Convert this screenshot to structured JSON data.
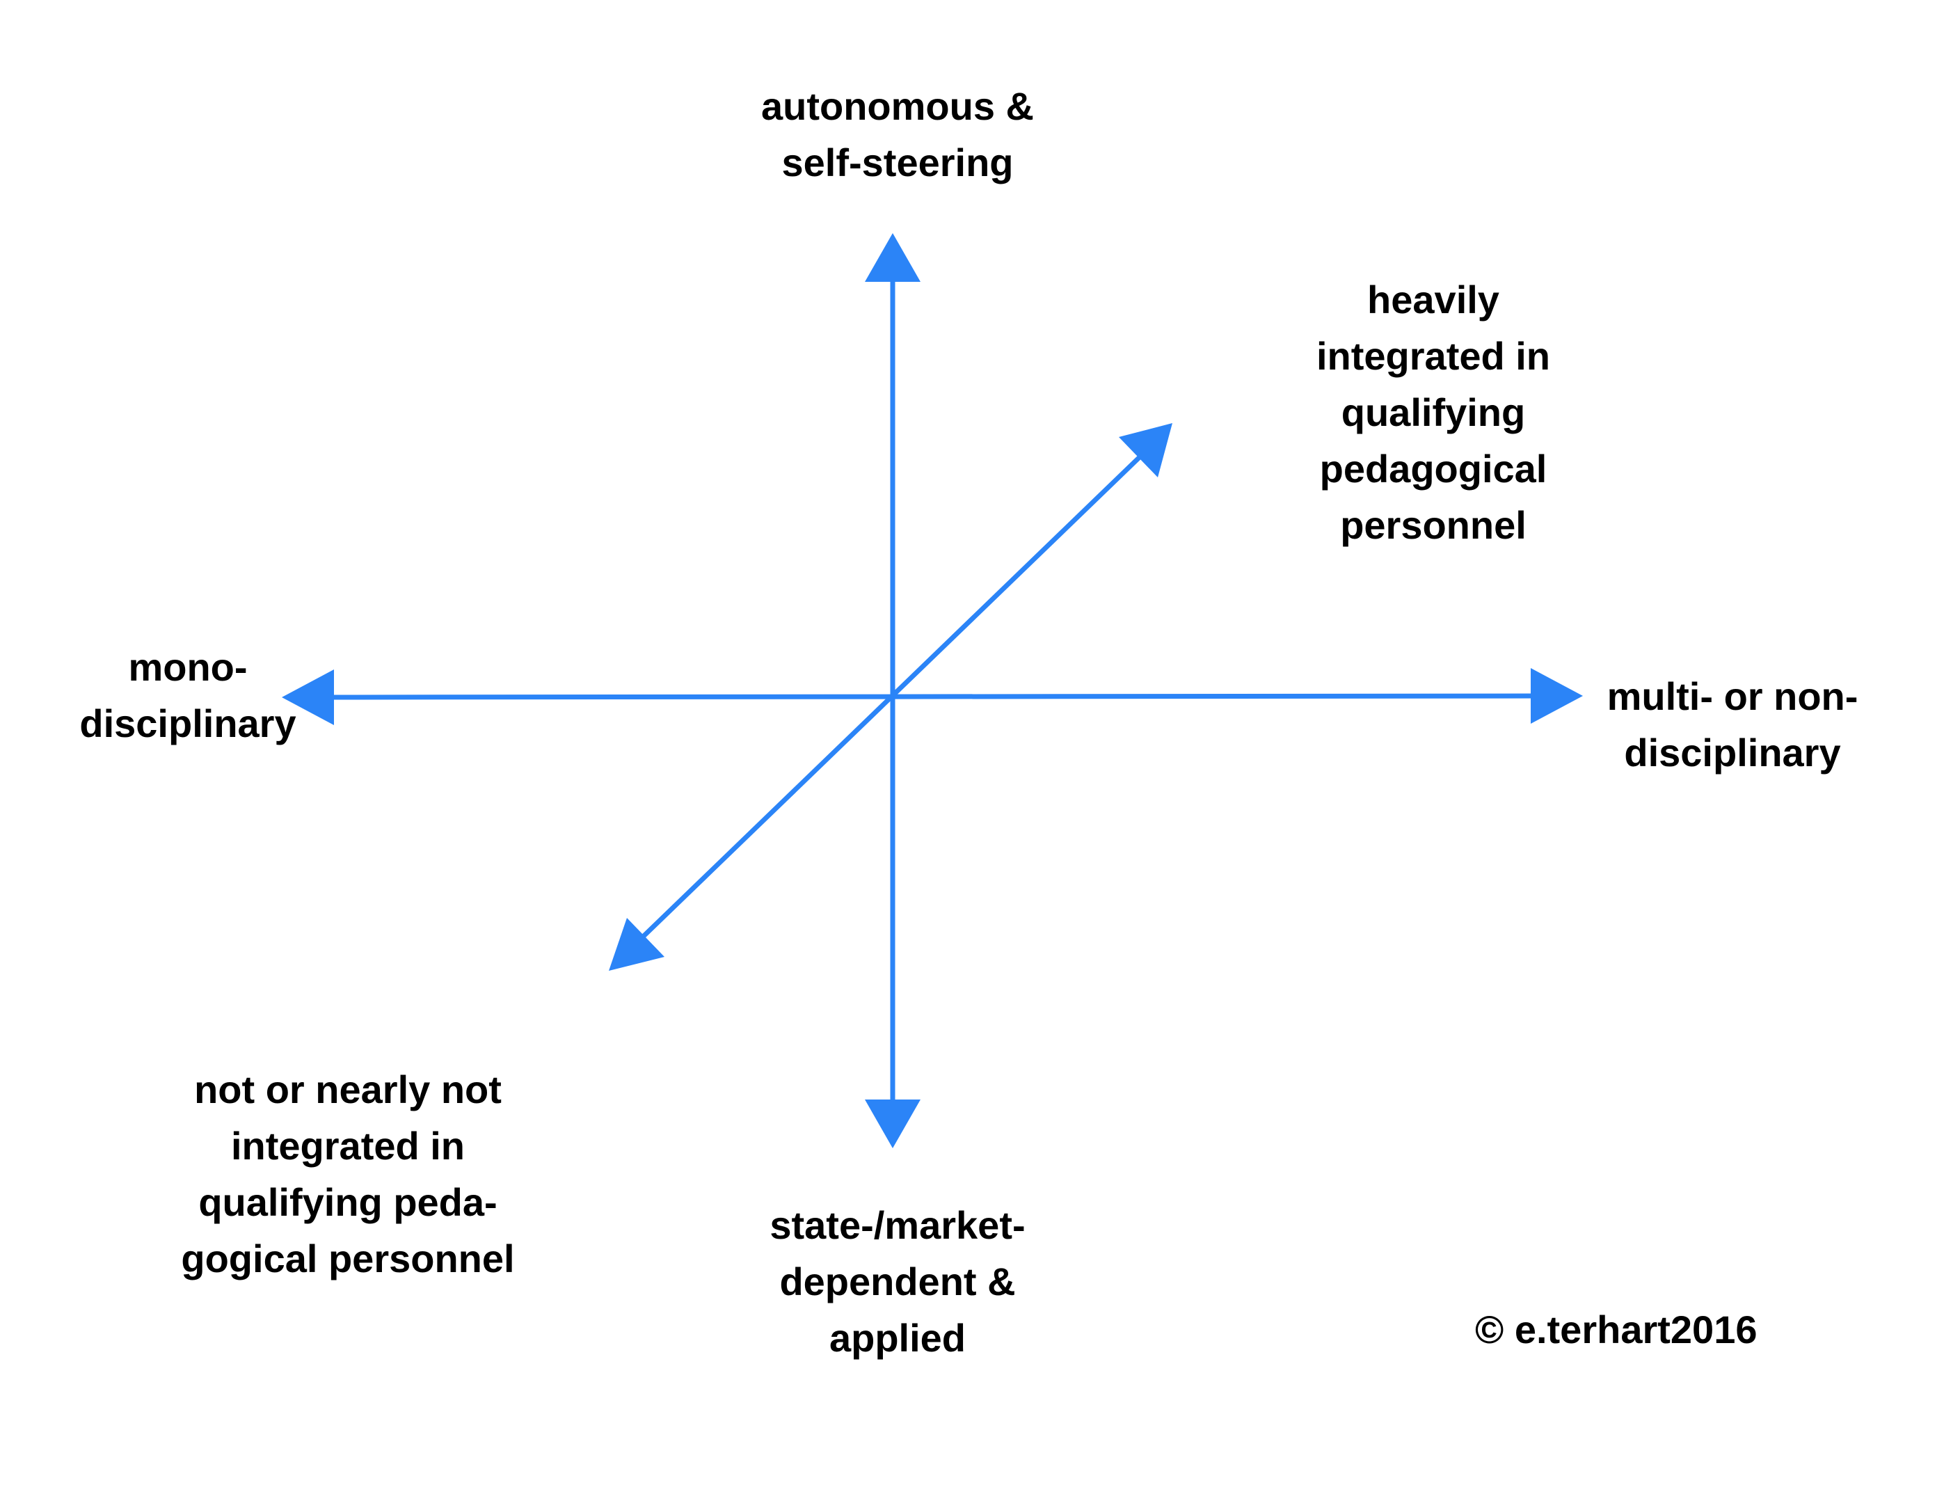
{
  "colors": {
    "axis": "#2B84F7",
    "text": "#000000",
    "background": "#FFFFFF"
  },
  "labels": {
    "top": [
      "autonomous &",
      "self-steering"
    ],
    "bottom": [
      "state-/market-",
      "dependent &",
      "applied"
    ],
    "left": [
      "mono-",
      "disciplinary"
    ],
    "right": [
      "multi- or non-",
      "disciplinary"
    ],
    "northeast": [
      "heavily",
      "integrated in",
      "qualifying",
      "pedagogical",
      "personnel"
    ],
    "southwest": [
      "not or nearly not",
      "integrated in",
      "qualifying peda-",
      "gogical personnel"
    ]
  },
  "copyright": "©  e.terhart2016"
}
